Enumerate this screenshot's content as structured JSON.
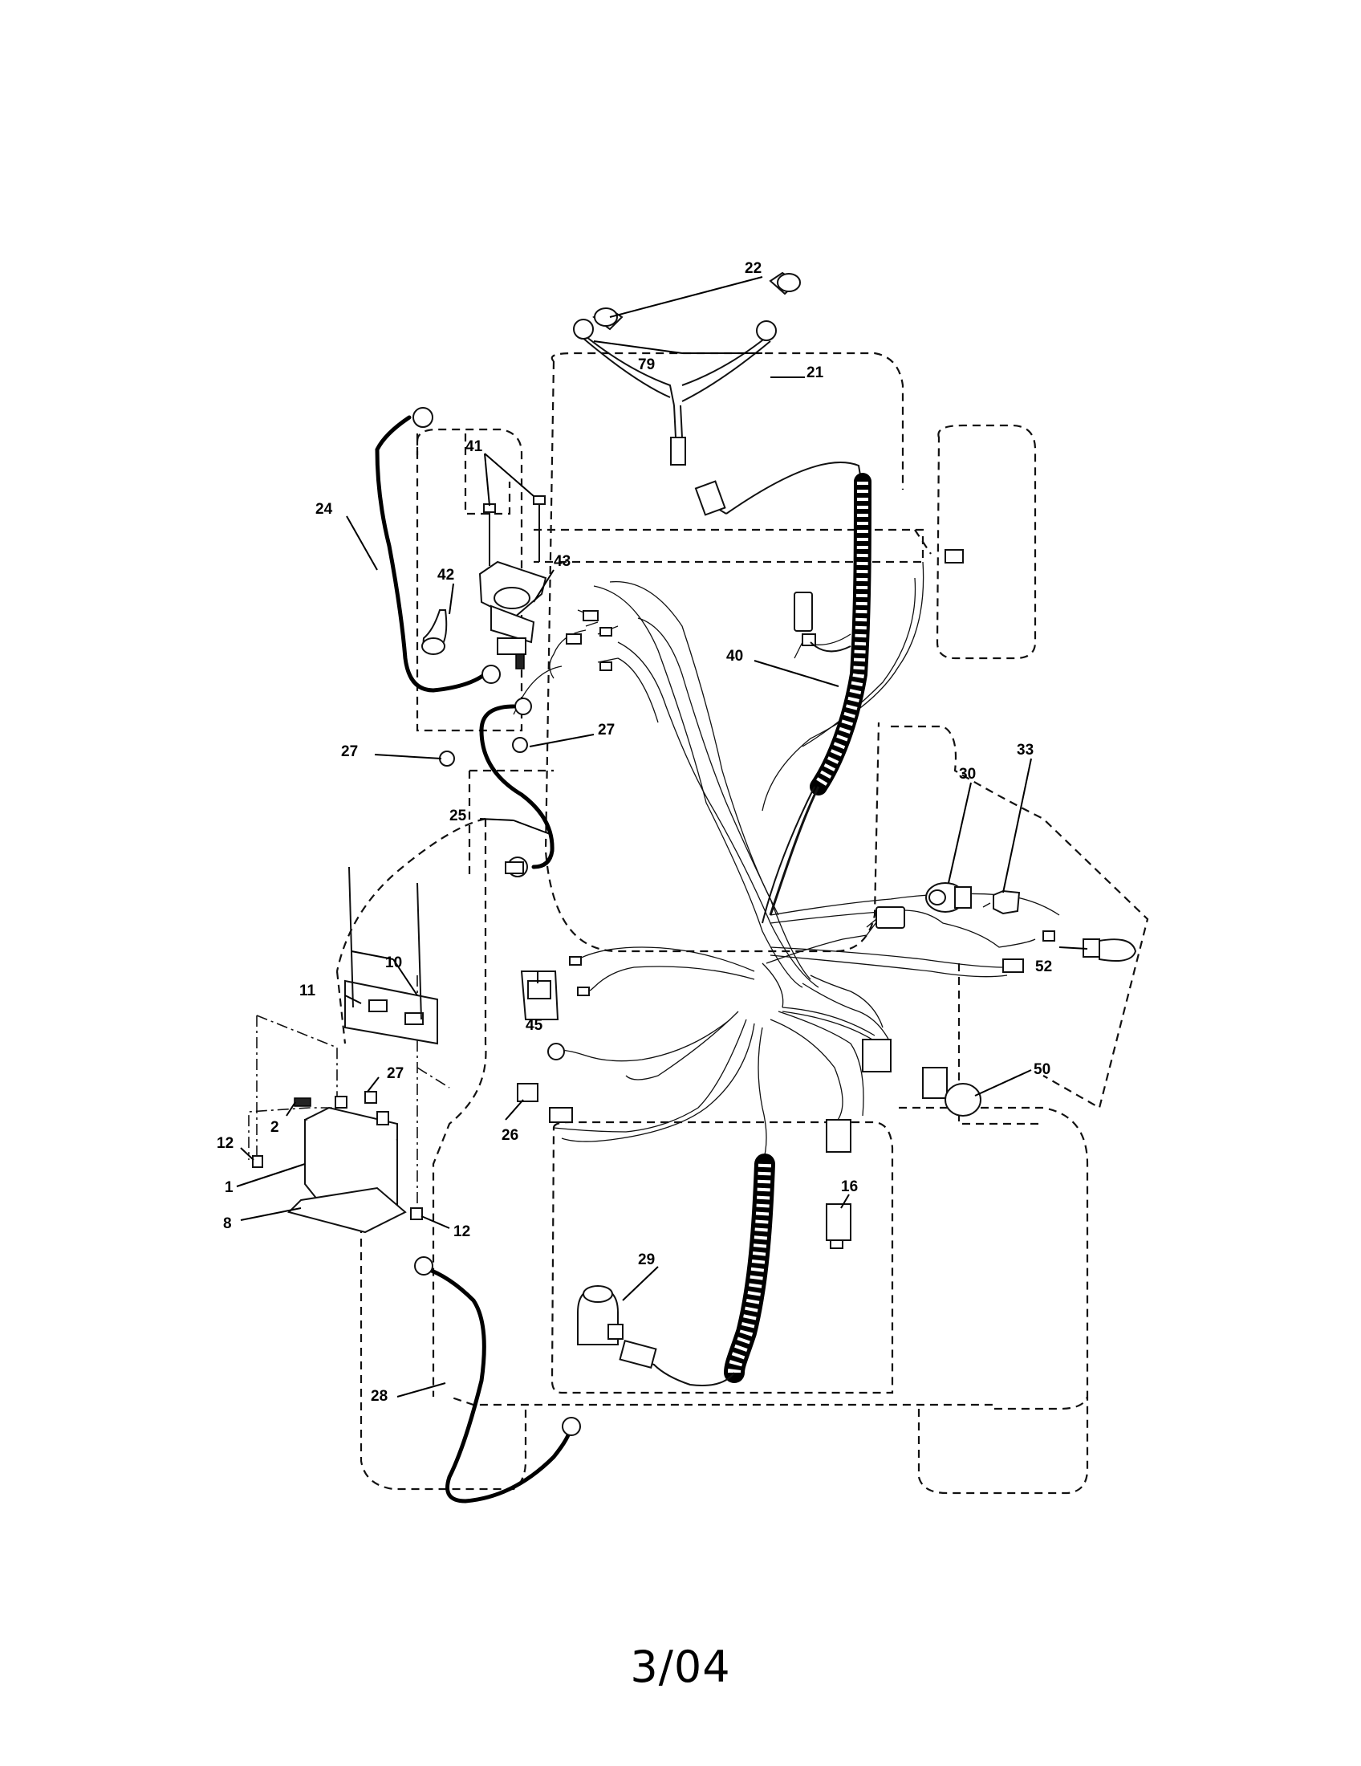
{
  "callouts": {
    "c1": "1",
    "c2": "2",
    "c8": "8",
    "c10": "10",
    "c11": "11",
    "c12a": "12",
    "c12b": "12",
    "c16": "16",
    "c21": "21",
    "c22": "22",
    "c24": "24",
    "c25": "25",
    "c26": "26",
    "c27a": "27",
    "c27b": "27",
    "c27c": "27",
    "c28": "28",
    "c29": "29",
    "c30": "30",
    "c33": "33",
    "c40": "40",
    "c41": "41",
    "c42": "42",
    "c43": "43",
    "c45": "45",
    "c50": "50",
    "c52": "52",
    "c79": "79"
  },
  "footer": {
    "page_number": "3/04"
  }
}
